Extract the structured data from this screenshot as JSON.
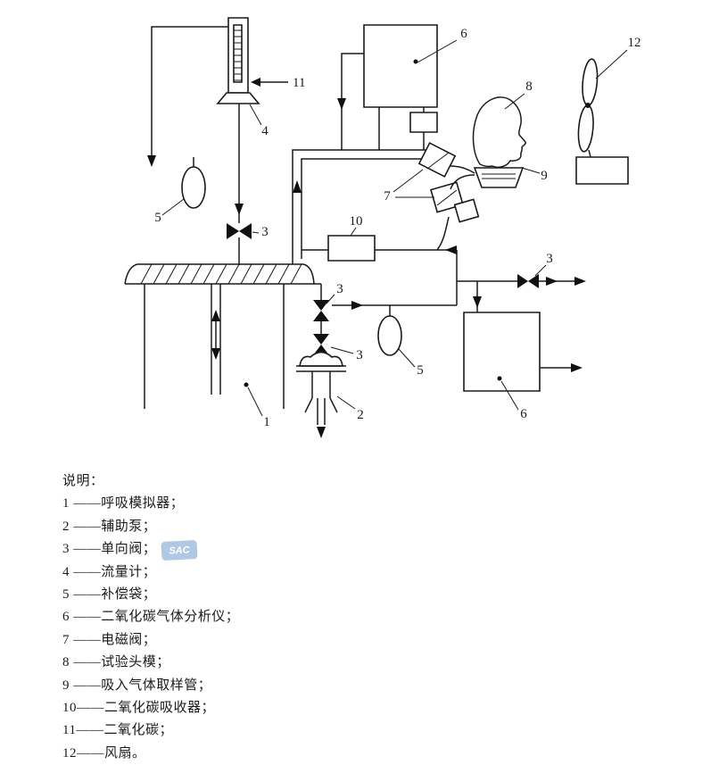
{
  "figure": {
    "callouts": {
      "c1": "1",
      "c2": "2",
      "c3": "3",
      "c4": "4",
      "c5": "5",
      "c6": "6",
      "c7": "7",
      "c8": "8",
      "c9": "9",
      "c10": "10",
      "c11": "11",
      "c12": "12"
    }
  },
  "watermark": {
    "text": "SAC"
  },
  "legend": {
    "heading": "说明：",
    "items": [
      "1 ——呼吸模拟器；",
      "2 ——辅助泵；",
      "3 ——单向阀；",
      "4 ——流量计；",
      "5 ——补偿袋；",
      "6 ——二氧化碳气体分析仪；",
      "7 ——电磁阀；",
      "8 ——试验头模；",
      "9 ——吸入气体取样管；",
      "10——二氧化碳吸收器；",
      "11——二氧化碳；",
      "12——风扇。"
    ]
  }
}
